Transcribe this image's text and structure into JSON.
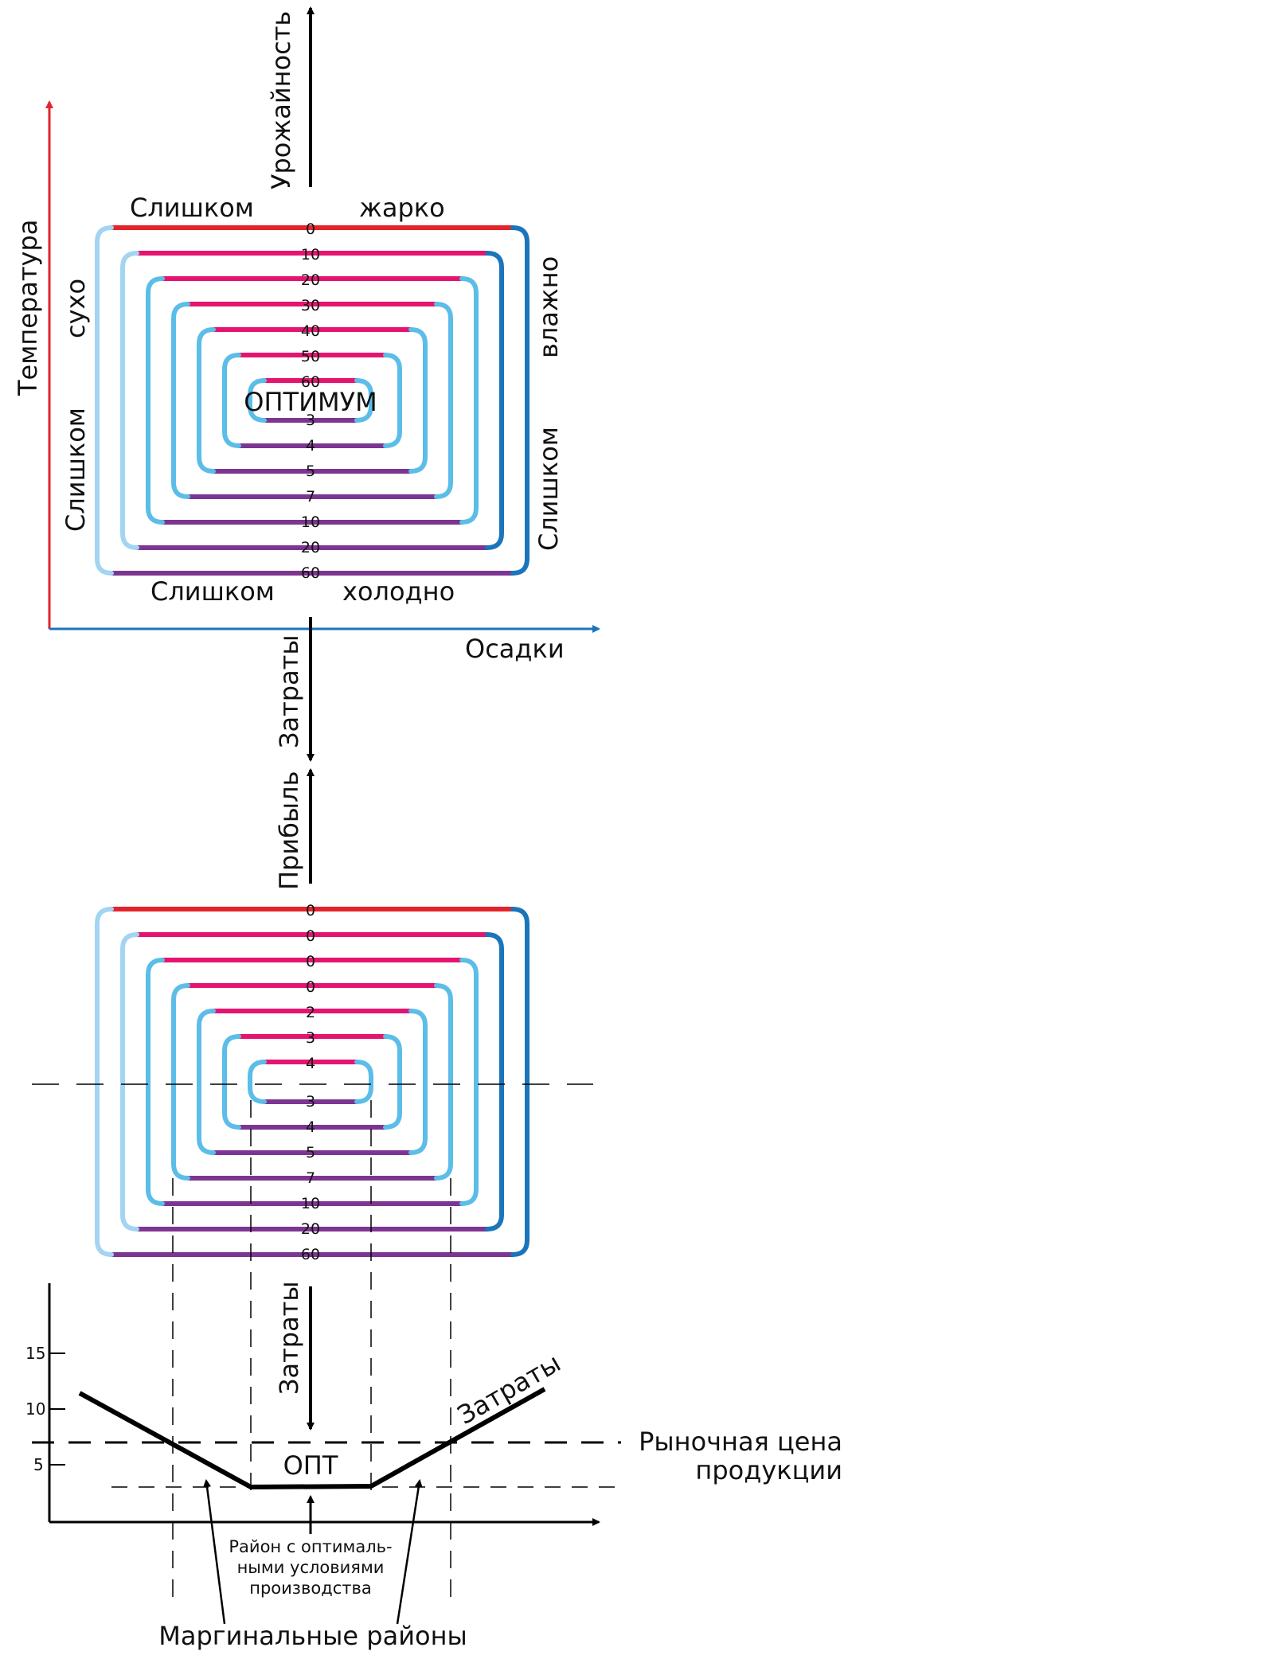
{
  "colors": {
    "hot": "#e4242b",
    "warm": "#e5156f",
    "cold": "#7d3592",
    "dry": "#a3d4f2",
    "dry_mid": "#5bbde8",
    "wet": "#1a75bb",
    "axis": "#000000"
  },
  "top_panel": {
    "yield_axis_label": "Урожайность",
    "temperature_axis_label": "Температура",
    "precip_axis_label": "Осадки",
    "too_hot_left": "Слишком",
    "too_hot_right": "жарко",
    "too_cold_left": "Слишком",
    "too_cold_right": "холодно",
    "too_dry_word": "сухо",
    "too_dry_prefix": "Слишком",
    "too_wet_word": "влажно",
    "too_wet_prefix": "Слишком",
    "optimum_label": "ОПТИМУМ",
    "upper_values": [
      "0",
      "10",
      "20",
      "30",
      "40",
      "50",
      "60"
    ],
    "lower_values": [
      "3",
      "4",
      "5",
      "7",
      "10",
      "20",
      "60"
    ],
    "costs_arrow_label": "Затраты"
  },
  "middle_panel": {
    "profit_axis_label": "Прибыль",
    "upper_values": [
      "0",
      "0",
      "0",
      "0",
      "2",
      "3",
      "4"
    ],
    "lower_values": [
      "3",
      "4",
      "5",
      "7",
      "10",
      "20",
      "60"
    ],
    "costs_arrow_label": "Затраты"
  },
  "cost_chart": {
    "y_ticks": [
      "15",
      "10",
      "5"
    ],
    "cost_curve_label": "Затраты",
    "market_price_label_line1": "Рыночная цена",
    "market_price_label_line2": "продукции",
    "opt_label": "ОПТ",
    "optimal_region_line1": "Район с оптималь-",
    "optimal_region_line2": "ными условиями",
    "optimal_region_line3": "производства",
    "marginal_regions_label": "Маргинальные районы"
  }
}
